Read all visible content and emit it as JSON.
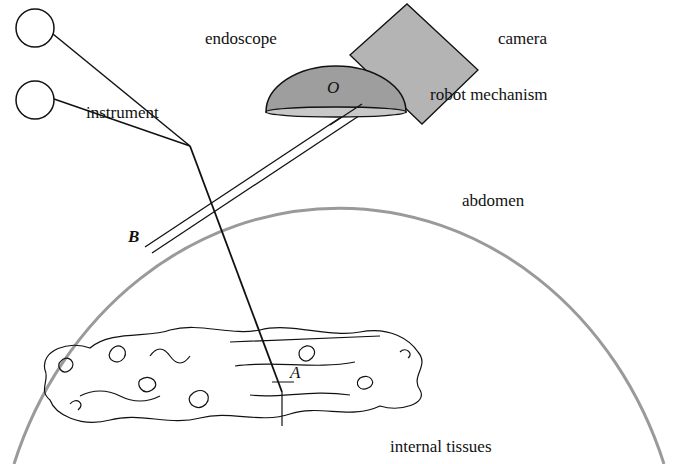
{
  "diagram": {
    "labels": [
      "camera",
      "endoscope",
      "robot mechanism",
      "O",
      "instrument",
      "abdomen",
      "B",
      "A",
      "internal tissues"
    ]
  }
}
